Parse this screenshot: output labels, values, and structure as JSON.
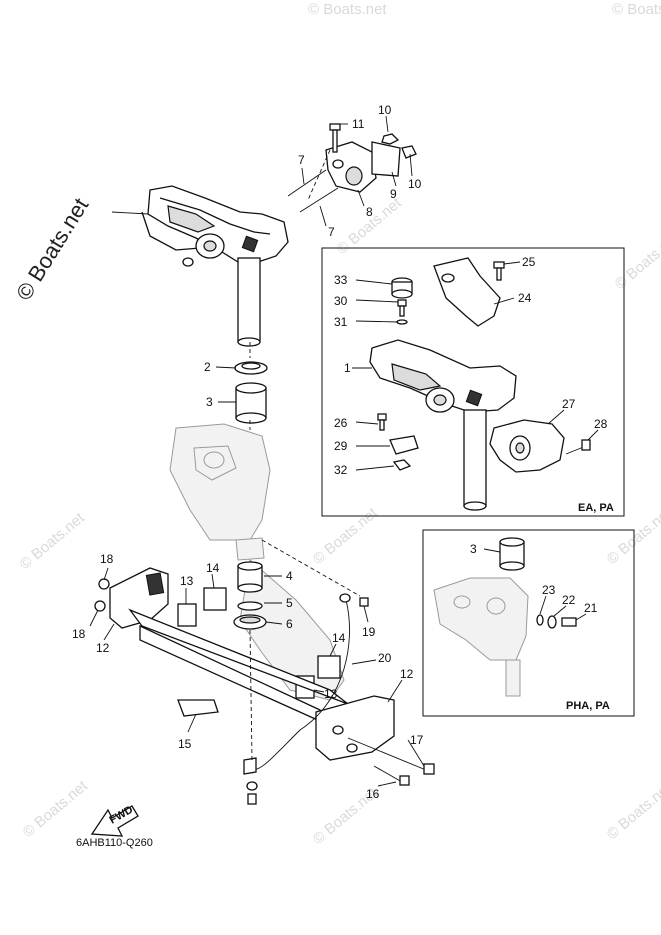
{
  "diagram_code": "6AHB110-Q260",
  "fwd_label": "FWD",
  "watermark_main": "© Boats.net",
  "watermark_repeat": "© Boats.net",
  "inset_top": {
    "tag": "EA, PA",
    "callouts": [
      "33",
      "30",
      "31",
      "25",
      "24",
      "1",
      "26",
      "29",
      "32",
      "27",
      "28"
    ]
  },
  "inset_bottom": {
    "tag": "PHA, PA",
    "callouts": [
      "3",
      "23",
      "22",
      "21"
    ]
  },
  "main_callouts": [
    "11",
    "10",
    "10",
    "9",
    "8",
    "7",
    "7",
    "2",
    "3",
    "4",
    "5",
    "6",
    "13",
    "14",
    "18",
    "18",
    "12",
    "19",
    "20",
    "14",
    "13",
    "12",
    "15",
    "17",
    "16"
  ]
}
